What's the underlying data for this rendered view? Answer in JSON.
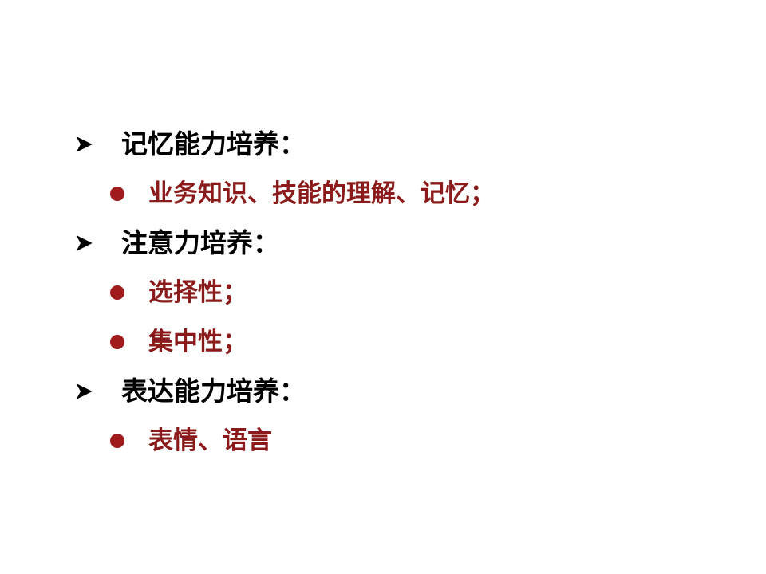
{
  "colors": {
    "heading_text": "#000000",
    "sub_text": "#8b1a1a",
    "bullet_dot": "#a01c1c",
    "arrow": "#000000"
  },
  "items": [
    {
      "level": 1,
      "icon": "arrow-bullet-icon",
      "text": "记忆能力培养："
    },
    {
      "level": 2,
      "icon": "dot-bullet-icon",
      "text": "业务知识、技能的理解、记忆；"
    },
    {
      "level": 1,
      "icon": "arrow-bullet-icon",
      "text": "注意力培养："
    },
    {
      "level": 2,
      "icon": "dot-bullet-icon",
      "text": "选择性；"
    },
    {
      "level": 2,
      "icon": "dot-bullet-icon",
      "text": "集中性；"
    },
    {
      "level": 1,
      "icon": "arrow-bullet-icon",
      "text": "表达能力培养："
    },
    {
      "level": 2,
      "icon": "dot-bullet-icon",
      "text": "表情、语言"
    }
  ]
}
